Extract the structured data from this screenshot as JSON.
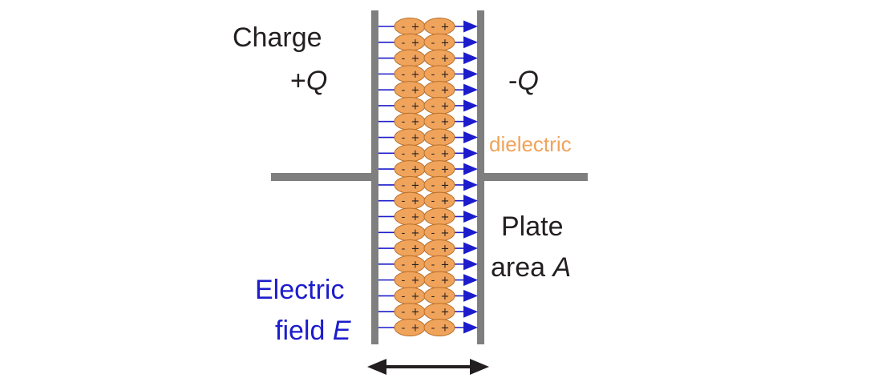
{
  "labels": {
    "charge_word": "Charge",
    "plus_q_sign": "+",
    "plus_q_var": "Q",
    "minus_q_sign": "-",
    "minus_q_var": "Q",
    "dielectric": "dielectric",
    "plate_word": "Plate",
    "area_word": "area ",
    "area_var": "A",
    "electric_word": "Electric",
    "field_word": "field ",
    "field_var": "E"
  },
  "molecule": {
    "left_sign": "-",
    "right_sign": "+"
  },
  "structure": {
    "molecule_rows": 20,
    "molecule_columns": 2,
    "field_lines": 20
  },
  "colors": {
    "plate": "#7f7f7f",
    "field": "#1c1ccc",
    "dielectric_fill": "#f0a35a",
    "dielectric_stroke": "#b86f2a",
    "text": "#231f20",
    "arrow": "#231f20"
  },
  "icons": {
    "separation": "double-headed-arrow-icon",
    "field_arrow": "arrow-right-icon"
  }
}
